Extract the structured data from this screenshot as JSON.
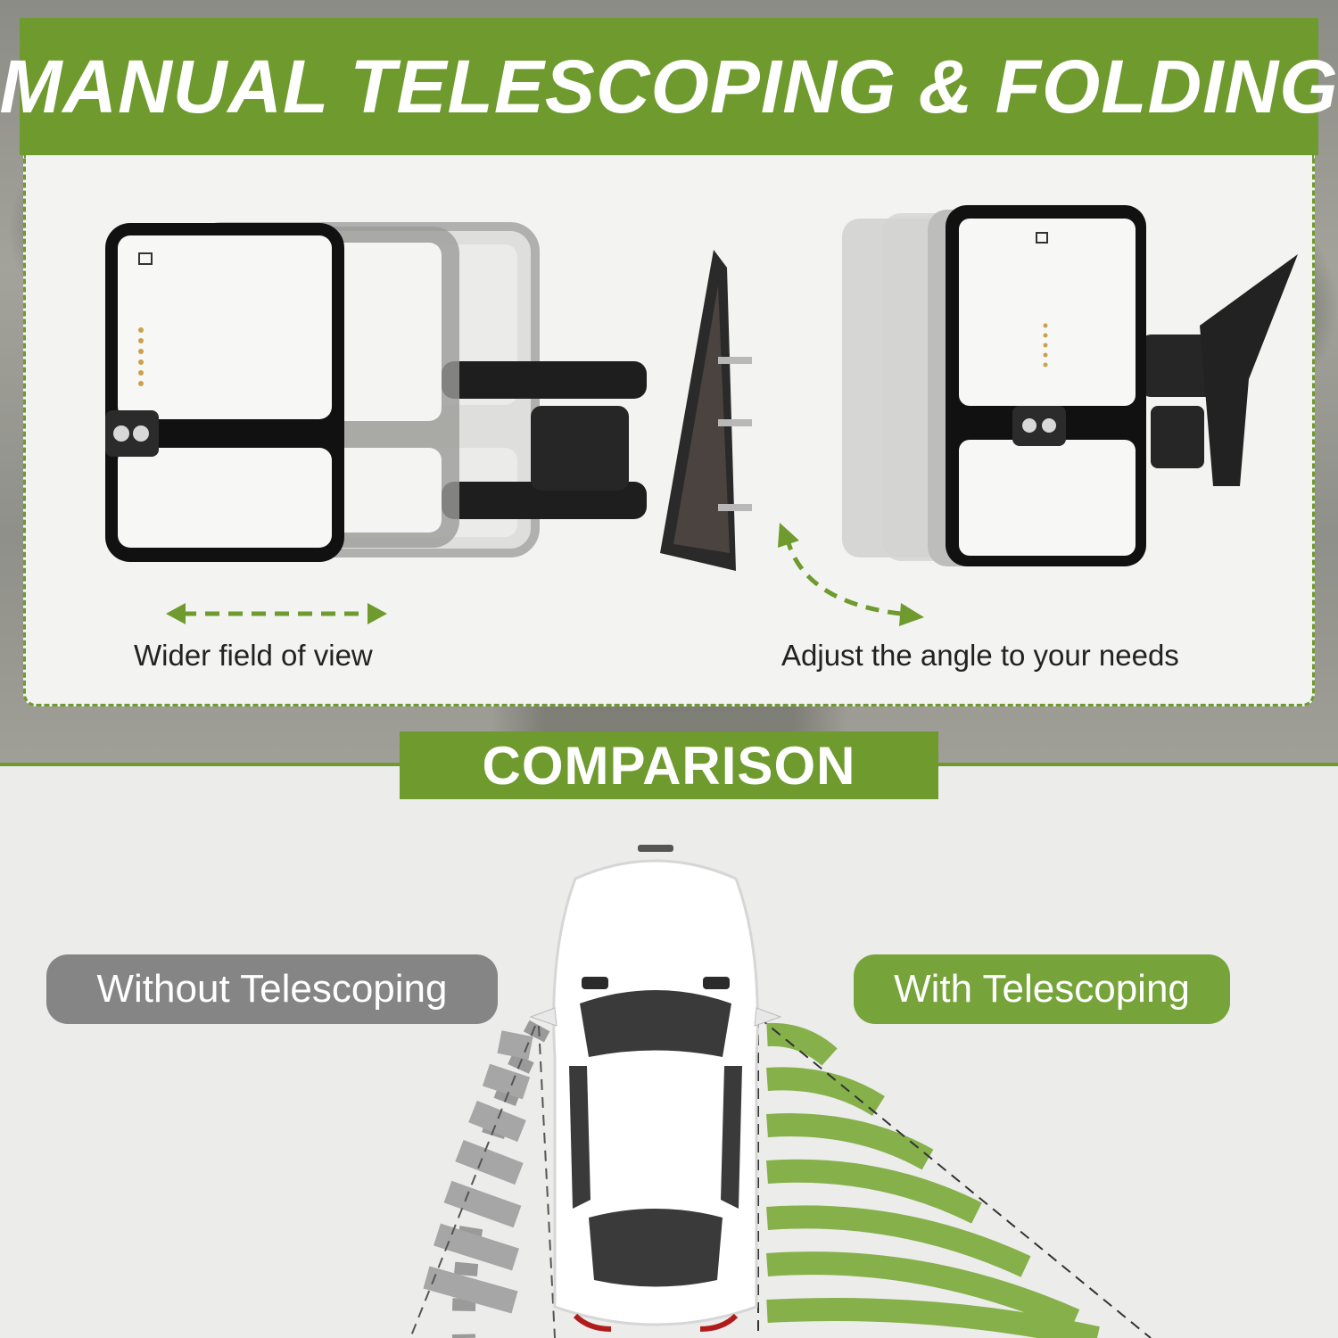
{
  "header": {
    "title": "MANUAL TELESCOPING & FOLDING"
  },
  "features": [
    {
      "caption": "Wider field of view",
      "icon": "double-arrow-horizontal-icon"
    },
    {
      "caption": "Adjust the angle to your needs",
      "icon": "curved-double-arrow-icon"
    }
  ],
  "comparison": {
    "title": "COMPARISON",
    "without_label": "Without Telescoping",
    "with_label": "With Telescoping"
  },
  "colors": {
    "accent_green": "#6e9a2e",
    "pill_gray": "#858585",
    "pill_green": "#76a43a",
    "background": "#ececeb"
  }
}
